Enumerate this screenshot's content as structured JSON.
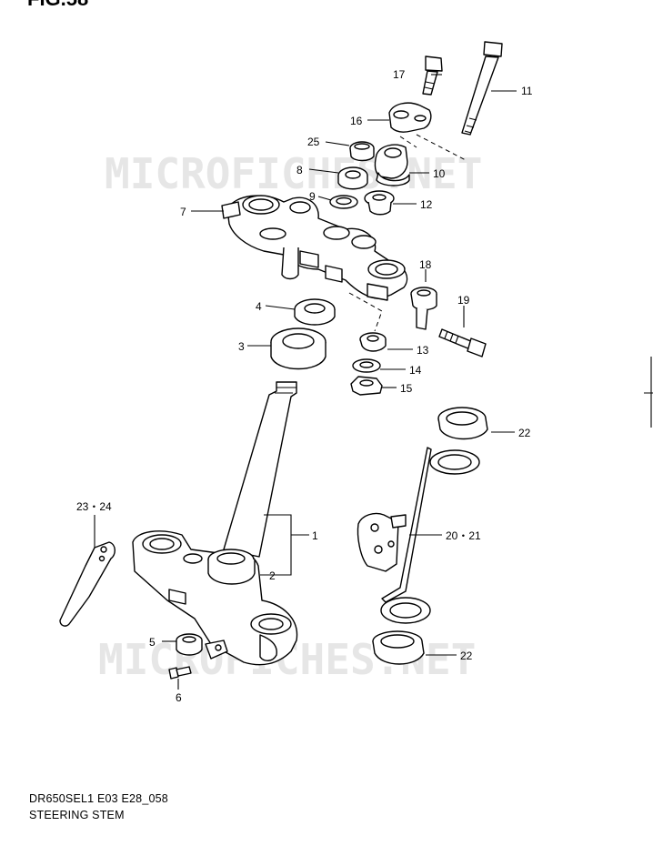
{
  "figure": {
    "title": "FIG.58",
    "diagram_code": "DR650SEL1 E03 E28_058",
    "diagram_name": "STEERING STEM",
    "watermark": "MICROFICHES.NET"
  },
  "callouts": [
    {
      "id": "c1",
      "label": "1"
    },
    {
      "id": "c2",
      "label": "2"
    },
    {
      "id": "c3",
      "label": "3"
    },
    {
      "id": "c4",
      "label": "4"
    },
    {
      "id": "c5",
      "label": "5"
    },
    {
      "id": "c6",
      "label": "6"
    },
    {
      "id": "c7",
      "label": "7"
    },
    {
      "id": "c8",
      "label": "8"
    },
    {
      "id": "c9",
      "label": "9"
    },
    {
      "id": "c10",
      "label": "10"
    },
    {
      "id": "c11",
      "label": "11"
    },
    {
      "id": "c12",
      "label": "12"
    },
    {
      "id": "c13",
      "label": "13"
    },
    {
      "id": "c14",
      "label": "14"
    },
    {
      "id": "c15",
      "label": "15"
    },
    {
      "id": "c16",
      "label": "16"
    },
    {
      "id": "c17",
      "label": "17"
    },
    {
      "id": "c18",
      "label": "18"
    },
    {
      "id": "c19",
      "label": "19"
    },
    {
      "id": "c20_21",
      "label": "20・21"
    },
    {
      "id": "c22a",
      "label": "22"
    },
    {
      "id": "c22b",
      "label": "22"
    },
    {
      "id": "c23_24",
      "label": "23・24"
    },
    {
      "id": "c25",
      "label": "25"
    }
  ]
}
